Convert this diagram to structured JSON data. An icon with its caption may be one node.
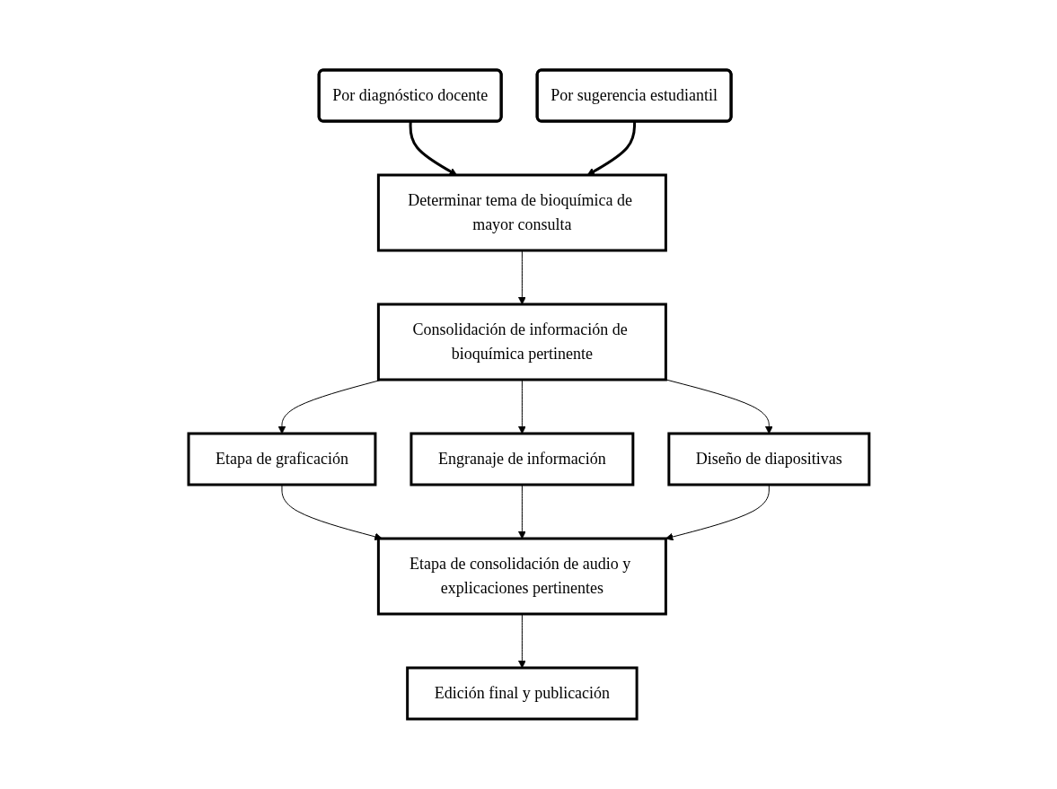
{
  "diagram": {
    "nodes": [
      {
        "text": [
          "Por diagnóstico docente"
        ]
      },
      {
        "text": [
          "Determinar tema de bioquímica de mayor consulta"
        ]
      },
      {
        "text": [
          "Por sugerencia estudiantil"
        ]
      },
      {
        "text": [
          "Consolidación de información de bioquímica pertinente"
        ]
      },
      {
        "text": [
          "Etapa de graficación"
        ]
      },
      {
        "text": [
          "Engranaje de información"
        ]
      },
      {
        "text": [
          "Diseño de diapositivas"
        ]
      },
      {
        "text": [
          "Etapa de consolidación de audio y explicaciones pertinentes"
        ]
      },
      {
        "text": [
          "Edición final y publicación"
        ]
      }
    ],
    "edges": [
      {
        "from": 0,
        "to": 1,
        "arrow": "to",
        "style": "thick"
      },
      {
        "from": 2,
        "to": 1,
        "arrow": "to",
        "style": "thick"
      },
      {
        "from": 1,
        "to": 3,
        "arrow": "to"
      },
      {
        "from": 3,
        "to": 4,
        "arrow": "to"
      },
      {
        "from": 3,
        "to": 5,
        "arrow": "to"
      },
      {
        "from": 3,
        "to": 6,
        "arrow": "to"
      },
      {
        "from": 4,
        "to": 7,
        "arrow": "to"
      },
      {
        "from": 5,
        "to": 7,
        "arrow": "to"
      },
      {
        "from": 6,
        "to": 7,
        "arrow": "to"
      },
      {
        "from": 7,
        "to": 8,
        "arrow": "to"
      }
    ]
  }
}
